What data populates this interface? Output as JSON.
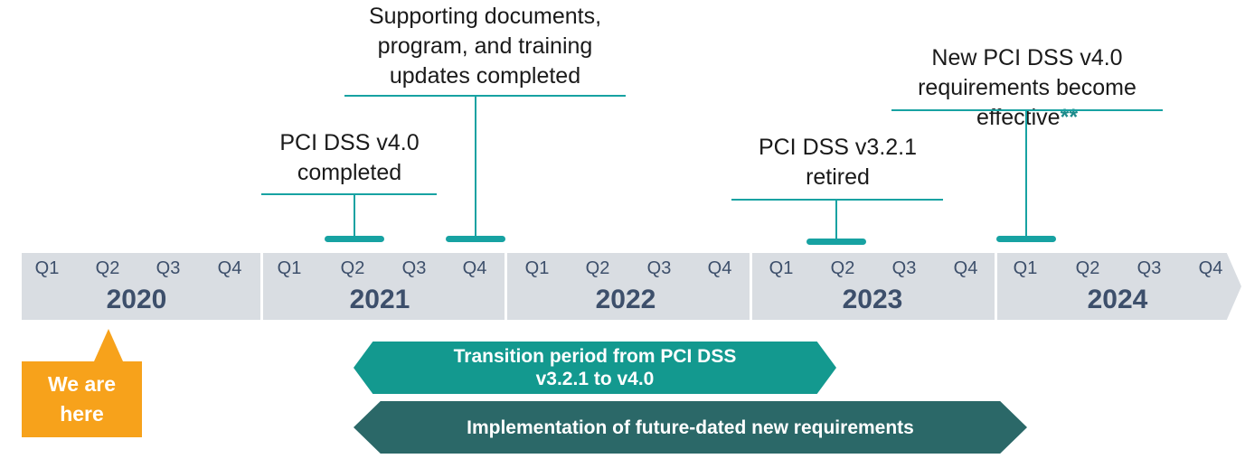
{
  "timeline": {
    "years": [
      {
        "label": "2020",
        "quarters": [
          "Q1",
          "Q2",
          "Q3",
          "Q4"
        ]
      },
      {
        "label": "2021",
        "quarters": [
          "Q1",
          "Q2",
          "Q3",
          "Q4"
        ]
      },
      {
        "label": "2022",
        "quarters": [
          "Q1",
          "Q2",
          "Q3",
          "Q4"
        ]
      },
      {
        "label": "2023",
        "quarters": [
          "Q1",
          "Q2",
          "Q3",
          "Q4"
        ]
      },
      {
        "label": "2024",
        "quarters": [
          "Q1",
          "Q2",
          "Q3",
          "Q4"
        ]
      }
    ]
  },
  "milestones": [
    {
      "id": "v4-completed",
      "text": "PCI DSS v4.0\ncompleted",
      "quarter": "2021-Q2"
    },
    {
      "id": "supporting-docs",
      "text": "Supporting documents,\nprogram, and training\nupdates completed",
      "quarter": "2021-Q4"
    },
    {
      "id": "v321-retired",
      "text": "PCI DSS v3.2.1\nretired",
      "quarter": "2023-Q2"
    },
    {
      "id": "new-req-effective",
      "text": "New PCI DSS v4.0\nrequirements become\neffective",
      "accent": "**",
      "quarter": "2024-Q1"
    }
  ],
  "callout": {
    "text": "We are\nhere",
    "quarter": "2020-Q2"
  },
  "periods": [
    {
      "id": "transition",
      "text": "Transition period from PCI DSS\nv3.2.1 to v4.0",
      "from": "2021-Q2",
      "to": "2023-Q2"
    },
    {
      "id": "implementation",
      "text": "Implementation of future-dated new requirements",
      "from": "2021-Q2",
      "to": "2024-Q1"
    }
  ],
  "colors": {
    "teal_line": "#17a2a2",
    "transition_fill": "#13998f",
    "implementation_fill": "#2b6868",
    "callout_fill": "#f7a21b",
    "band_fill": "#d9dde2",
    "axis_text": "#3d4f6b"
  }
}
